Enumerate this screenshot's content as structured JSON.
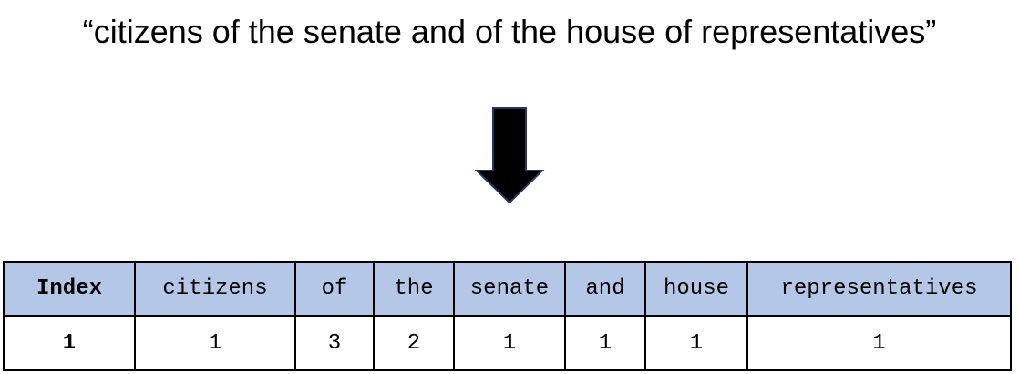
{
  "sentence": "“citizens of the senate and of the house of representatives”",
  "arrow_icon": "down-arrow-icon",
  "colors": {
    "header_fill": "#b4c7e7",
    "arrow_fill": "#000000",
    "arrow_stroke": "#1f3864"
  },
  "table": {
    "headers": [
      "Index",
      "citizens",
      "of",
      "the",
      "senate",
      "and",
      "house",
      "representatives"
    ],
    "row": [
      "1",
      "1",
      "3",
      "2",
      "1",
      "1",
      "1",
      "1"
    ]
  }
}
